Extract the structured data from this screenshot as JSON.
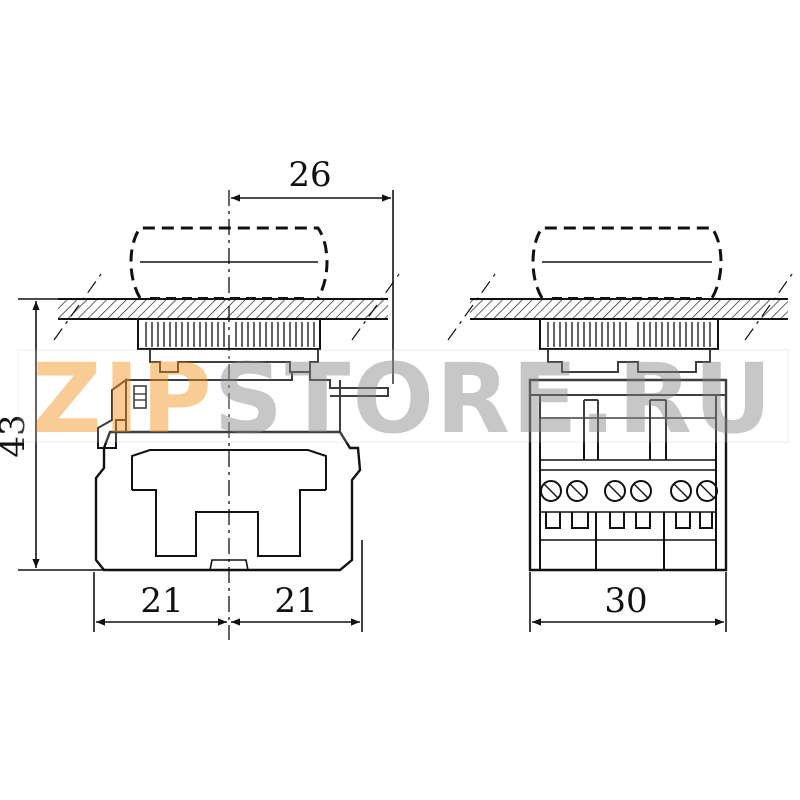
{
  "dimensions": {
    "top_width": "26",
    "height": "43",
    "left_half": "21",
    "right_half": "21",
    "side_width": "30"
  },
  "watermark": {
    "part1": "ZIP",
    "part2": "STORE.RU",
    "color1": "#f5a340",
    "color2": "#9a9a9a"
  },
  "colors": {
    "line": "#111111",
    "background": "#ffffff"
  }
}
